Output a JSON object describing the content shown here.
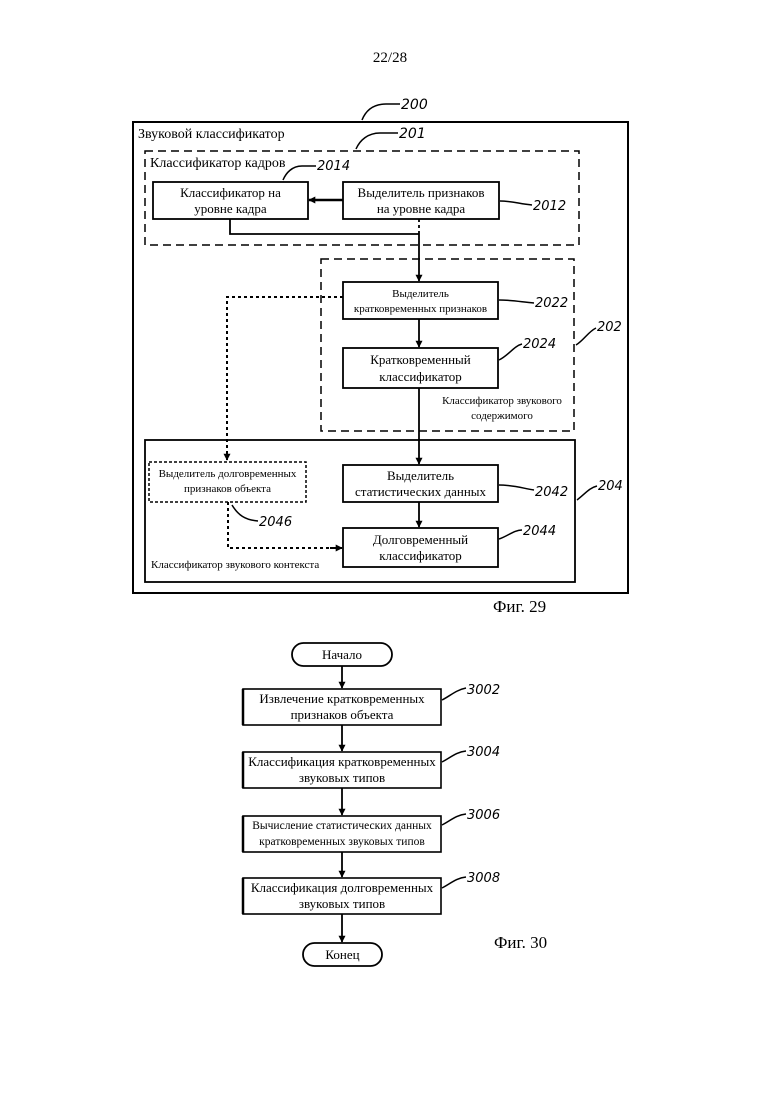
{
  "page_number": "22/28",
  "fig29": {
    "caption": "Фиг. 29",
    "outer": {
      "title": "Звуковой классификатор",
      "ref": "200"
    },
    "frame_classifier": {
      "title": "Классификатор кадров",
      "ref": "201",
      "box_level_classifier": {
        "line1": "Классификатор на",
        "line2": "уровне кадра",
        "ref": "2014"
      },
      "box_feature_extractor": {
        "line1": "Выделитель признаков",
        "line2": "на уровне кадра",
        "ref": "2012"
      }
    },
    "content_classifier": {
      "label_line1": "Классификатор звукового",
      "label_line2": "содержимого",
      "ref": "202",
      "box_short_extractor": {
        "line1": "Выделитель",
        "line2": "кратковременных признаков",
        "ref": "2022"
      },
      "box_short_classifier": {
        "line1": "Кратковременный",
        "line2": "классификатор",
        "ref": "2024"
      }
    },
    "context_classifier": {
      "label": "Классификатор звукового контекста",
      "ref": "204",
      "box_long_extractor": {
        "line1": "Выделитель долговременных",
        "line2": "признаков объекта",
        "ref": "2046"
      },
      "box_stats_extractor": {
        "line1": "Выделитель",
        "line2": "статистических данных",
        "ref": "2042"
      },
      "box_long_classifier": {
        "line1": "Долговременный",
        "line2": "классификатор",
        "ref": "2044"
      }
    }
  },
  "fig30": {
    "caption": "Фиг. 30",
    "start": "Начало",
    "end": "Конец",
    "steps": [
      {
        "line1": "Извлечение кратковременных",
        "line2": "признаков объекта",
        "ref": "3002"
      },
      {
        "line1": "Классификация кратковременных",
        "line2": "звуковых типов",
        "ref": "3004"
      },
      {
        "line1": "Вычисление статистических данных",
        "line2": "кратковременных звуковых типов",
        "ref": "3006"
      },
      {
        "line1": "Классификация долговременных",
        "line2": "звуковых типов",
        "ref": "3008"
      }
    ]
  }
}
